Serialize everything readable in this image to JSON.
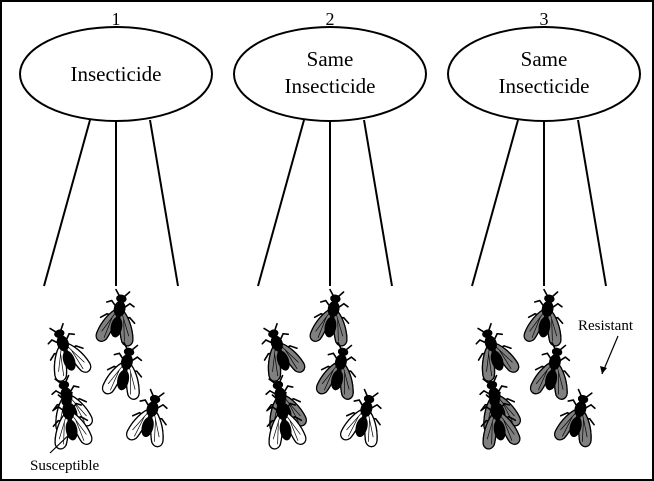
{
  "panels": [
    {
      "number": "1",
      "line1": "",
      "line2": "Insecticide",
      "flies": [
        "white",
        "grey",
        "white",
        "white",
        "white",
        "white"
      ]
    },
    {
      "number": "2",
      "line1": "Same",
      "line2": "Insecticide",
      "flies": [
        "grey",
        "grey",
        "grey",
        "grey",
        "white",
        "white"
      ]
    },
    {
      "number": "3",
      "line1": "Same",
      "line2": "Insecticide",
      "flies": [
        "grey",
        "grey",
        "grey",
        "grey",
        "grey",
        "grey"
      ]
    }
  ],
  "labels": {
    "susceptible": "Susceptible",
    "resistant": "Resistant"
  },
  "colors": {
    "susceptible_wing": "#ffffff",
    "resistant_wing": "#808080",
    "body": "#000000",
    "stroke": "#000000"
  }
}
